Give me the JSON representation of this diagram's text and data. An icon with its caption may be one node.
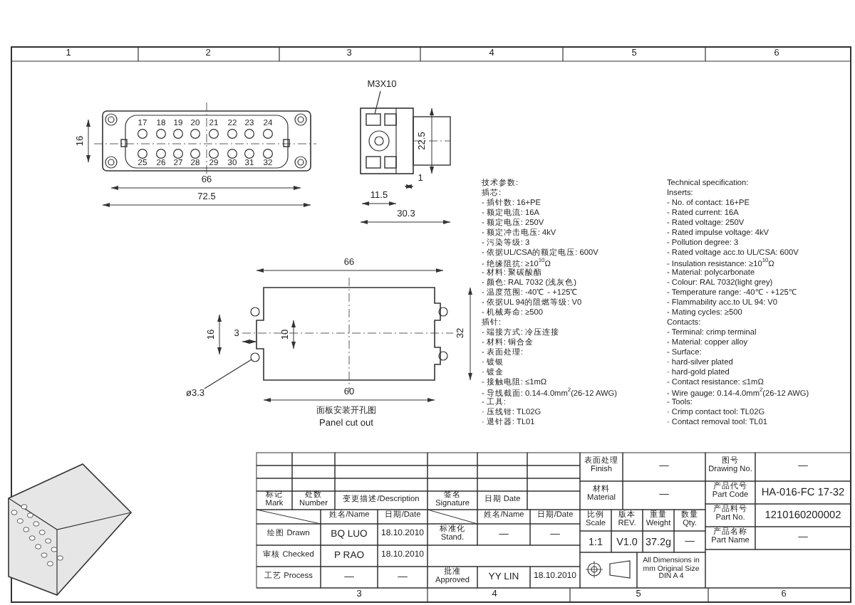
{
  "diagram": {
    "nodes": [
      {
        "text": [
          "M3X10"
        ]
      },
      {
        "text": [],
        "shape": "box"
      },
      {
        "text": [],
        "shape": "circle"
      },
      {
        "text": [
          "ø3.3"
        ]
      }
    ],
    "edges": [
      {
        "from": 0,
        "to": 1,
        "arrow": "none"
      },
      {
        "from": 3,
        "to": 2,
        "arrow": "none"
      }
    ],
    "labels": [
      "1",
      "2",
      "3",
      "4",
      "5",
      "6",
      "17",
      "18",
      "19",
      "20",
      "21",
      "22",
      "23",
      "24",
      "25",
      "26",
      "27",
      "28",
      "29",
      "30",
      "31",
      "32",
      "16",
      "66",
      "72.5",
      "22.5",
      "1",
      "11.5",
      "30.3",
      "66",
      "16",
      "3",
      "10",
      "32",
      "60",
      "面板安装开孔图",
      "Panel cut out",
      "技术参数:",
      "插芯:",
      "- 插针数: 16+PE",
      "- 额定电流: 16A",
      "- 额定电压: 250V",
      "- 额定冲击电压: 4kV",
      "- 污染等级: 3",
      "- 依据UL/CSA的额定电压: 600V",
      "- 绝缘阻抗: ≥10$^{10}$Ω",
      "- 材料: 聚碳酸酯",
      "- 颜色: RAL 7032 (浅灰色)",
      "- 温度范围: -40℃ - +125℃",
      "- 依据UL 94的阻燃等级: V0",
      "- 机械寿命: ≥500",
      "插针:",
      "- 端接方式: 冷压连接",
      "- 材料: 铜合金",
      "- 表面处理:",
      "· 镀银",
      "· 镀金",
      "- 接触电阻: ≤1mΩ",
      "- 导线截面: 0.14-4.0mm$^{2}$(26-12 AWG)",
      "- 工具:",
      "· 压线钳: TL02G",
      "· 退针器: TL01",
      "Technical specification:",
      "Inserts:",
      "- No. of contact: 16+PE",
      "- Rated current: 16A",
      "- Rated voltage: 250V",
      "- Rated impulse voltage: 4kV",
      "- Pollution degree: 3",
      "- Rated voltage acc.to UL/CSA: 600V",
      "- Insulation resistance: ≥10$^{10}$Ω",
      "- Material: polycarbonate",
      "- Colour: RAL 7032(light grey)",
      "- Temperature range: -40℃ - +125℃",
      "- Flammability acc.to UL 94: V0",
      "- Mating cycles: ≥500",
      "Contacts:",
      "- Terminal: crimp terminal",
      "- Material: copper alloy",
      "- Surface:",
      "· hard-silver plated",
      "· hard-gold plated",
      "- Contact resistance: ≤1mΩ",
      "- Wire gauge: 0.14-4.0mm$^{2}$(26-12 AWG)",
      "- Tools:",
      "· Crimp contact tool: TL02G",
      "· Contact removal tool: TL01",
      "标记 Mark",
      "处数 Number",
      "变更描述/Description",
      "签名 Signature",
      "日期 Date",
      "姓名/Name",
      "日期/Date",
      "姓名/Name",
      "日期/Date",
      "绘图 Drawn",
      "BQ LUO",
      "18.10.2010",
      "标准化 Stand.",
      "—",
      "—",
      "审核 Checked",
      "P RAO",
      "18.10.2010",
      "工艺 Process",
      "—",
      "—",
      "批准 Approved",
      "YY LIN",
      "18.10.2010",
      "表面处理 Finish",
      "—",
      "图号 Drawing No.",
      "—",
      "材料 Material",
      "—",
      "产品代号 Part Code",
      "HA-016-FC 17-32",
      "比例 Scale",
      "版本 REV.",
      "重量 Weight",
      "数量 Qty.",
      "产品料号 Part No.",
      "1210160200002",
      "1:1",
      "V1.0",
      "37.2g",
      "—",
      "产品名称 Part Name",
      "—",
      "All Dimensions in mm Original Size DIN A 4",
      "3",
      "4",
      "5",
      "6"
    ]
  }
}
